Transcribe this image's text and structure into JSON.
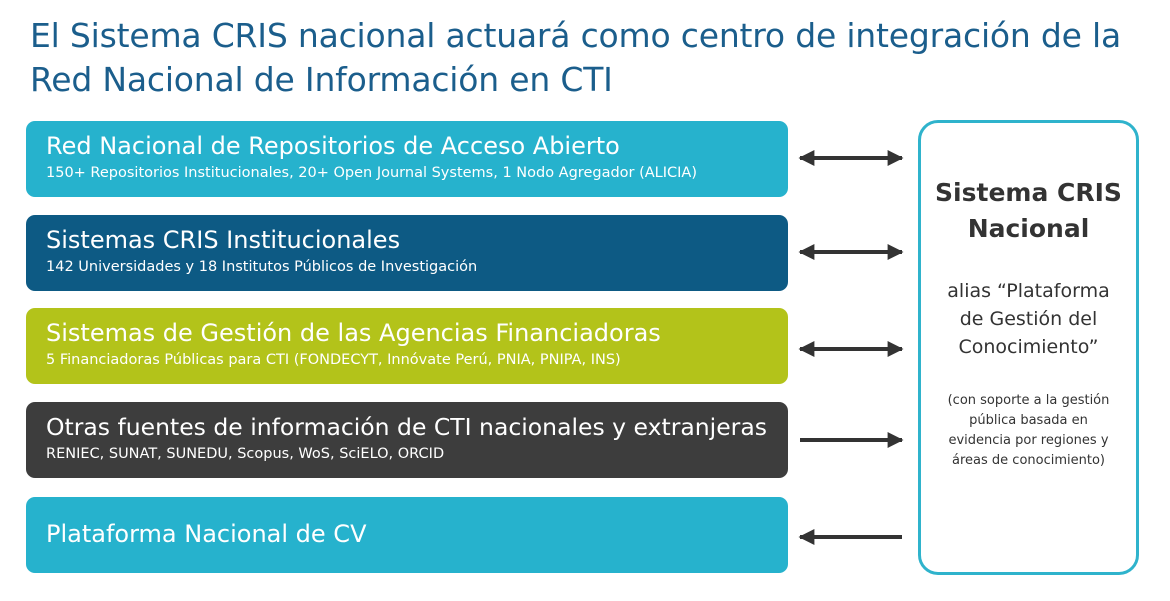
{
  "title": "El Sistema CRIS nacional actuará como centro de integración de la Red Nacional de Información en CTI",
  "sources": [
    {
      "name": "Red Nacional de Repositorios de Acceso Abierto",
      "detail": "150+ Repositorios Institucionales, 20+ Open Journal Systems, 1 Nodo Agregador (ALICIA)",
      "color": "#26b2cd",
      "arrow": "bidirectional"
    },
    {
      "name": "Sistemas CRIS Institucionales",
      "detail": "142 Universidades y 18 Institutos Públicos de Investigación",
      "color": "#0d5a84",
      "arrow": "bidirectional"
    },
    {
      "name": "Sistemas de Gestión de las Agencias Financiadoras",
      "detail": "5 Financiadoras Públicas para CTI (FONDECYT, Innóvate Perú, PNIA, PNIPA, INS)",
      "color": "#b3c31a",
      "arrow": "bidirectional"
    },
    {
      "name": "Otras fuentes de información de CTI nacionales y extranjeras",
      "detail": "RENIEC, SUNAT, SUNEDU, Scopus, WoS, SciELO, ORCID",
      "color": "#3d3d3d",
      "arrow": "to-center"
    },
    {
      "name": "Plataforma Nacional de CV",
      "detail": "",
      "color": "#26b2cd",
      "arrow": "from-center"
    }
  ],
  "center": {
    "title": "Sistema CRIS Nacional",
    "alias": "alias “Plataforma de Gestión del Conocimiento”",
    "note": "(con soporte a la gestión pública basada en evidencia por regiones y áreas de conocimiento)",
    "border_color": "#2fb3cc"
  }
}
